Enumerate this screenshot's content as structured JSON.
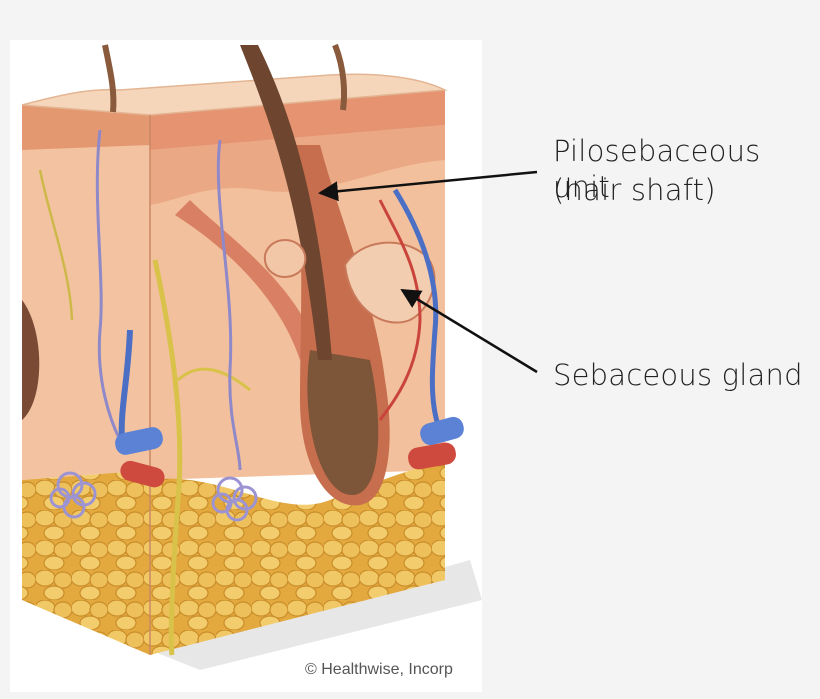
{
  "labels": {
    "pilosebaceous_line1": "Pilosebaceous unit",
    "pilosebaceous_line2": "(hair shaft)",
    "sebaceous": "Sebaceous gland"
  },
  "credit": "© Healthwise, Incorp",
  "colors": {
    "background": "#f4f4f4",
    "panel": "#ffffff",
    "epidermis": "#e9a27c",
    "dermis": "#f2c4a3",
    "fat": "#e8b54a",
    "hair": "#7a4e34",
    "vein": "#4b6fc4",
    "artery": "#c9443a",
    "nerve": "#d9c24a",
    "arrow": "#111111"
  }
}
